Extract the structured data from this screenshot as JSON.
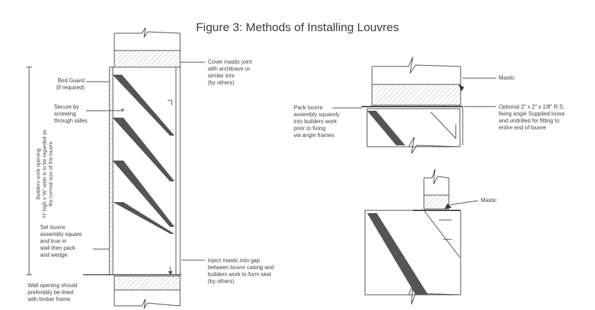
{
  "figure": {
    "title": "Figure 3: Methods of Installing Louvres"
  },
  "labels": {
    "bird_guard": "Bird Guard\n(if required)",
    "secure": "Secure by\nscrewing\nthrough sides",
    "vertical_note": "Builders work opening\n'H' high x 'W' wide is to be regarded as\nthe normal size of the louvre",
    "set_louvre": "Set louvre\nassembly square\nand true in\nwall then pack\nand wedge",
    "wall_opening": "Wall opening should\npreferably be lined\nwith timber frame",
    "cover_mastic": "Cover mastic joint\nwith architrave or\nsimilar trim\n(by others)",
    "inject_mastic": "Inject mastic into gap\nbetween louvre casing and\nbuilders work to form seal\n(by others)",
    "pack_louvre": "Pack louvre\nassembly squarely\ninto builders work\nprior to fixing\nvia angle frames",
    "mastic_top": "Mastic",
    "optional_angle": "Optional 2\" x 2\" x 1/8\" R.S.\nfixing angle Supplied loose\nand undrilled for fitting to\nentire end of louvre",
    "mastic_bottom": "Mastic"
  },
  "colors": {
    "line": "#4a4a4a",
    "blade": "#555555",
    "hatch": "#9a9a9a"
  }
}
